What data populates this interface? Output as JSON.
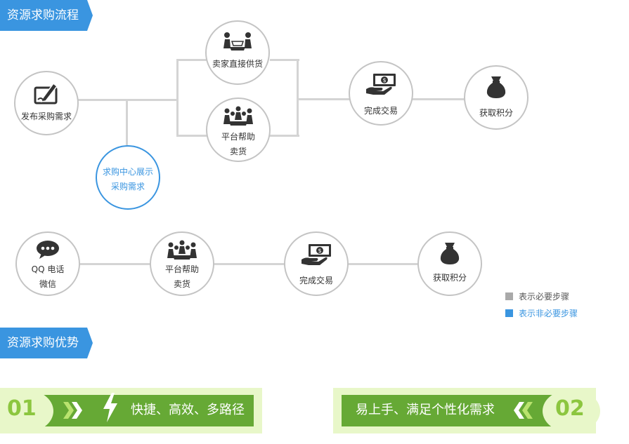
{
  "section1": {
    "title": "资源求购流程"
  },
  "section2": {
    "title": "资源求购优势"
  },
  "flow1": {
    "publish": "发布采购需求",
    "direct_supply": "卖家直接供货",
    "platform_help_1": "平台帮助",
    "platform_help_2": "卖货",
    "center_1": "求购中心展示",
    "center_2": "采购需求",
    "complete": "完成交易",
    "points": "获取积分"
  },
  "flow2": {
    "contact_1": "QQ 电话",
    "contact_2": "微信",
    "platform_help_1": "平台帮助",
    "platform_help_2": "卖货",
    "complete": "完成交易",
    "points": "获取积分"
  },
  "legend": {
    "required": "表示必要步骤",
    "optional": "表示非必要步骤",
    "required_color": "#a9a9a9",
    "optional_color": "#3a95e0"
  },
  "advantages": {
    "adv1": {
      "number": "01",
      "text": "快捷、高效、多路径"
    },
    "adv2": {
      "number": "02",
      "text": "易上手、满足个性化需求"
    }
  },
  "colors": {
    "accent_blue": "#3a95e0",
    "green": "#66a935",
    "light_green": "#e8f7c9",
    "number_green": "#8cc63f"
  }
}
